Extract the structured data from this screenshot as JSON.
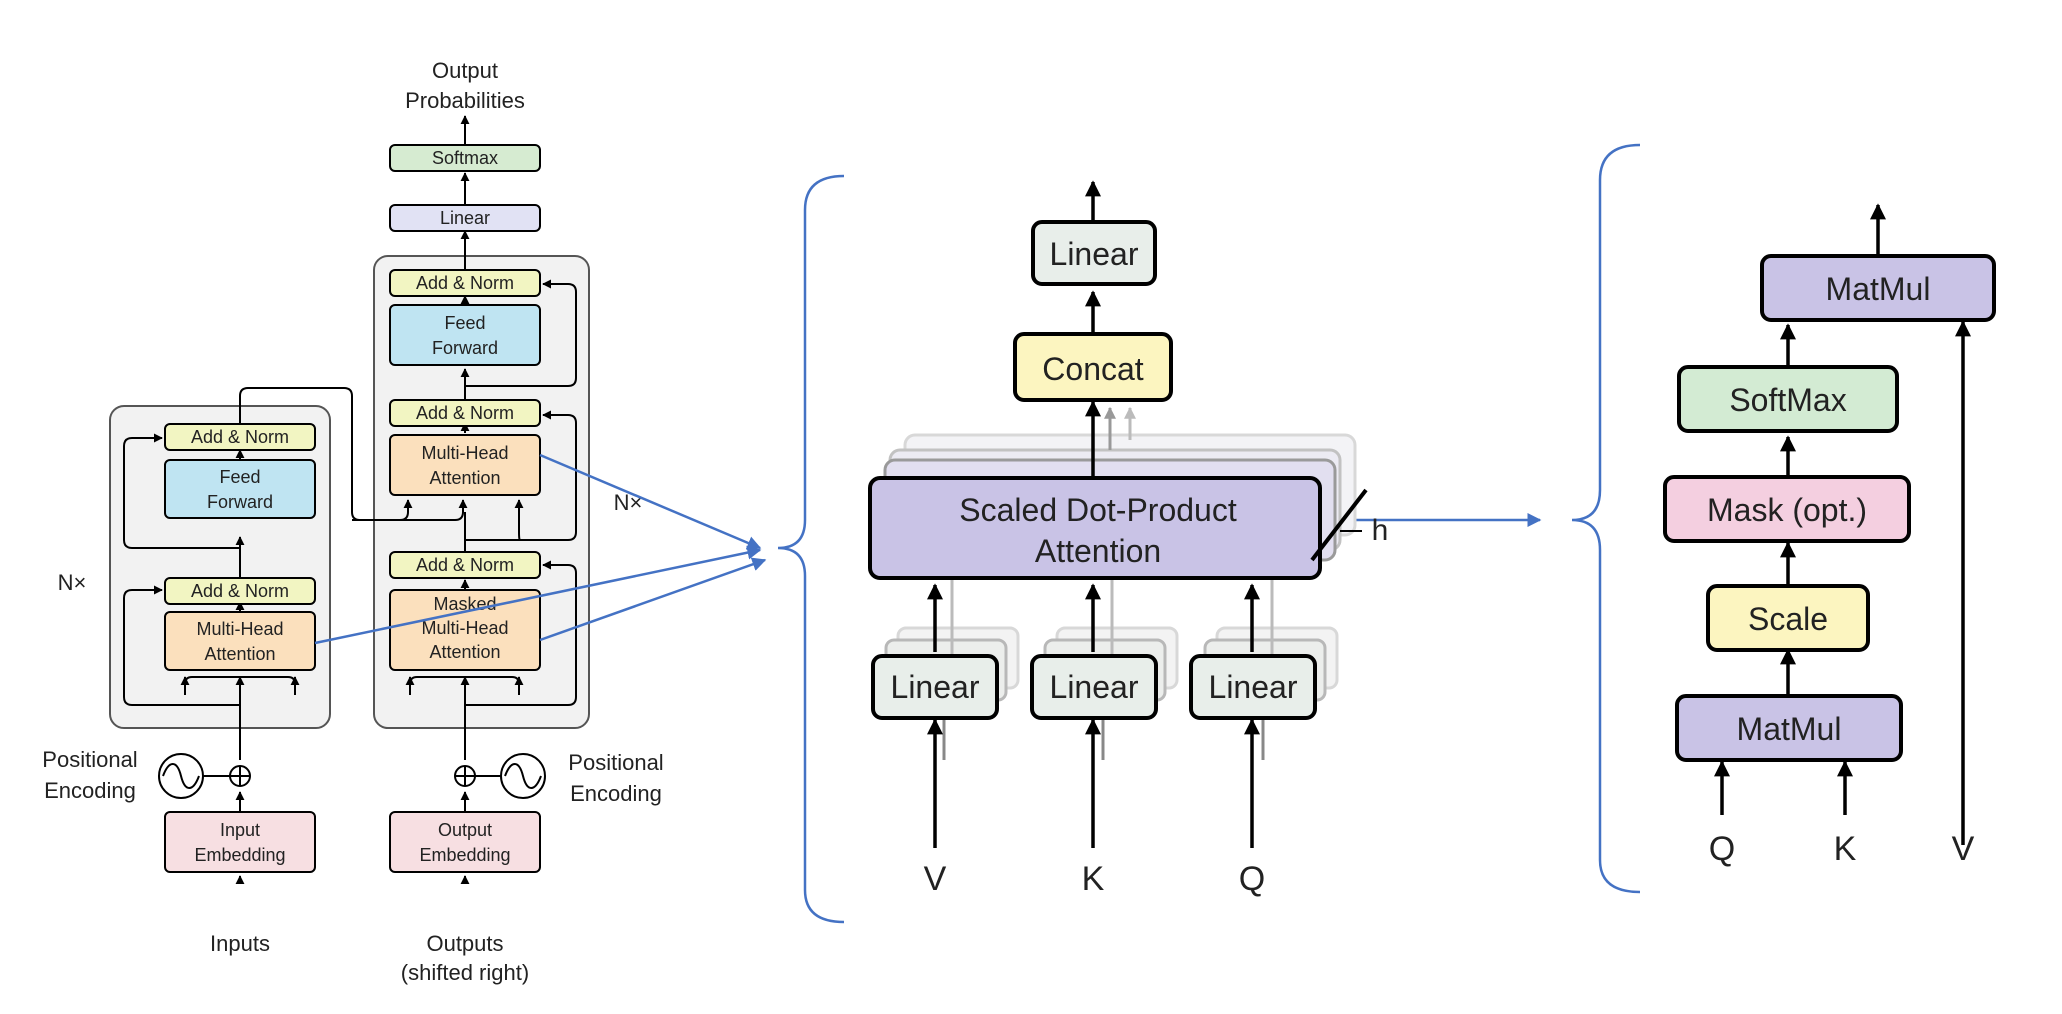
{
  "colors": {
    "gray_panel": "#f2f2f2",
    "add_norm": "#f2f5c2",
    "feed_forward": "#bfe4f2",
    "attention": "#fbe0bd",
    "embedding": "#f7dfe2",
    "linear_top": "#e1e2f4",
    "softmax_top": "#d6ebd1",
    "linear_mid": "#e8eeea",
    "concat": "#fcf5c0",
    "sdpa": "#c9c3e6",
    "matmul": "#c9c3e6",
    "softmax_right": "#d3ebd3",
    "mask": "#f4cfe0",
    "scale": "#fcf5c0",
    "blue": "#4472c4"
  },
  "transformer": {
    "output_probabilities": [
      "Output",
      "Probabilities"
    ],
    "softmax": "Softmax",
    "linear": "Linear",
    "add_norm": "Add & Norm",
    "feed_forward": [
      "Feed",
      "Forward"
    ],
    "multi_head_attention": [
      "Multi-Head",
      "Attention"
    ],
    "masked_multi_head_attention": [
      "Masked",
      "Multi-Head",
      "Attention"
    ],
    "nx": "N×",
    "positional_encoding": [
      "Positional",
      "Encoding"
    ],
    "input_embedding": [
      "Input",
      "Embedding"
    ],
    "output_embedding": [
      "Output",
      "Embedding"
    ],
    "inputs": "Inputs",
    "outputs": [
      "Outputs",
      "(shifted right)"
    ]
  },
  "multihead": {
    "linear": "Linear",
    "concat": "Concat",
    "sdpa": [
      "Scaled Dot-Product",
      "Attention"
    ],
    "h": "h",
    "v": "V",
    "k": "K",
    "q": "Q"
  },
  "sdpa": {
    "matmul": "MatMul",
    "softmax": "SoftMax",
    "mask": "Mask (opt.)",
    "scale": "Scale",
    "q": "Q",
    "k": "K",
    "v": "V"
  }
}
